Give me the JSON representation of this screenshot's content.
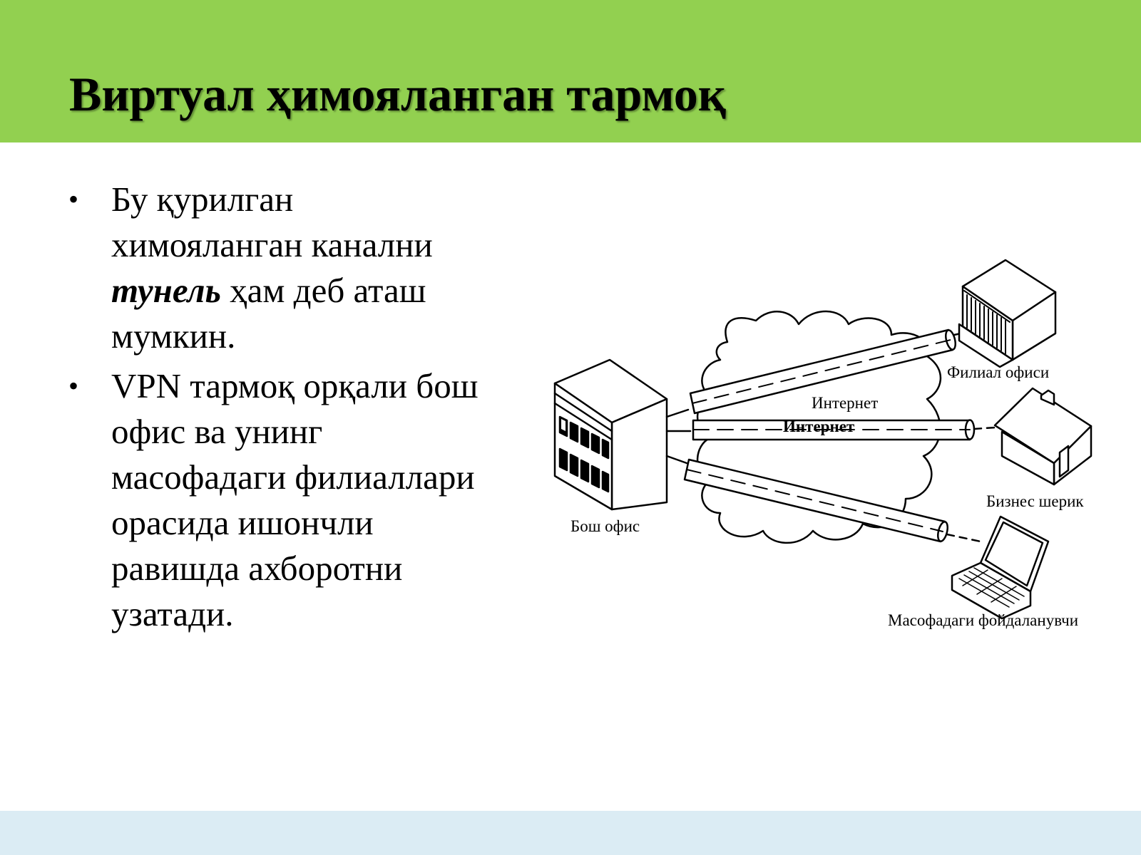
{
  "slide": {
    "title": "Виртуал ҳимояланган тармоқ",
    "bullets": [
      {
        "marker": "•",
        "line1": "Бу қурилган",
        "line2": "химояланган канални",
        "emph": "тунель",
        "line3_rest": " ҳам деб аташ",
        "line4": "мумкин."
      },
      {
        "marker": "•",
        "lines": [
          "VPN тармоқ орқали бош",
          "офис ва унинг",
          "масофадаги филиаллари",
          "орасида ишончли",
          "равишда ахборотни",
          "узатади."
        ]
      }
    ]
  },
  "diagram": {
    "labels": {
      "main_office": "Бош офис",
      "internet": "Интернет",
      "internet_overlay": "Интернет",
      "branch_office": "Филиал офиси",
      "business_partner": "Бизнес шерик",
      "remote_user": "Масофадаги фойдаланувчи"
    }
  },
  "colors": {
    "header": "#92d050",
    "footer": "#dbecf4",
    "line": "#000000"
  }
}
